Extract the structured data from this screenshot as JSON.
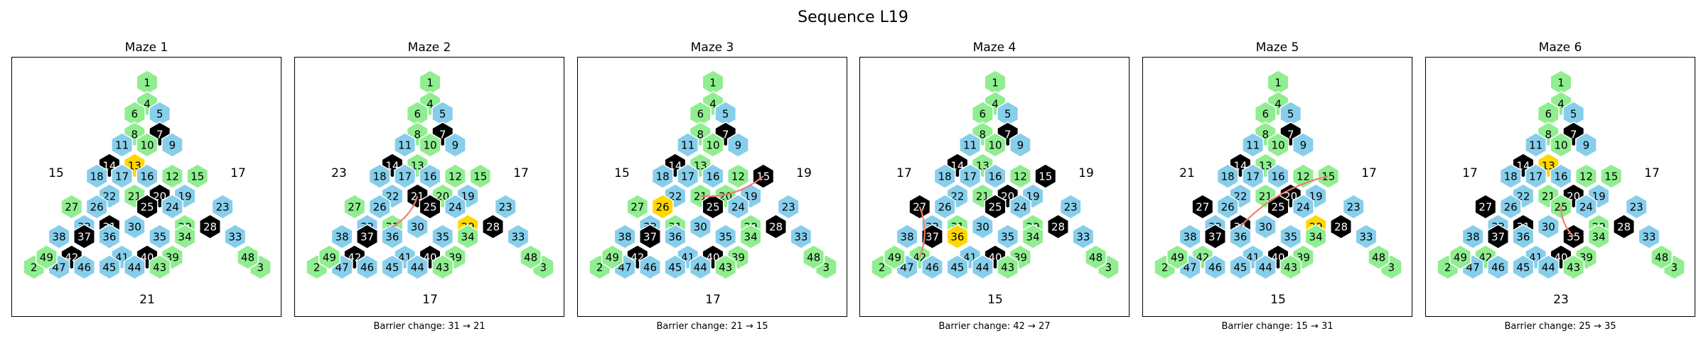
{
  "title": "Sequence L19",
  "colors": {
    "open": "#90EE90",
    "blue": "#87CEEB",
    "barrier": "#000000",
    "highlight": "#FFD700",
    "change_line": "#F08070"
  },
  "hex_numbers": {
    "row0": [
      1
    ],
    "row1": [
      4
    ],
    "row2": [
      6,
      5
    ],
    "row3": [
      8,
      7
    ],
    "row4": [
      11,
      10,
      9
    ],
    "row5": [
      14,
      13
    ],
    "row6": [
      18,
      17,
      16,
      12,
      15
    ],
    "row7": [
      22,
      21,
      20,
      19
    ],
    "row8": [
      27,
      26,
      25,
      24,
      23
    ],
    "row9": [
      32,
      31,
      30,
      29,
      28
    ],
    "row10": [
      38,
      37,
      36,
      35,
      34,
      33
    ],
    "row11": [
      49,
      42,
      41,
      40,
      39,
      48
    ],
    "row12": [
      2,
      47,
      46,
      45,
      44,
      43,
      3
    ]
  },
  "blue_cells": [
    5,
    9,
    11,
    16,
    17,
    18,
    19,
    22,
    23,
    24,
    26,
    30,
    32,
    33,
    35,
    36,
    38,
    41,
    44,
    45,
    46,
    47
  ],
  "panels": [
    {
      "title": "Maze 1",
      "left_label": "15",
      "right_label": "17",
      "bottom_label": "21",
      "caption": "",
      "barriers": [
        7,
        14,
        20,
        25,
        28,
        31,
        37,
        40,
        42
      ],
      "highlight": [
        13
      ],
      "change": []
    },
    {
      "title": "Maze 2",
      "left_label": "23",
      "right_label": "17",
      "bottom_label": "17",
      "caption": "Barrier change: 31 → 21",
      "barriers": [
        7,
        14,
        21,
        25,
        28,
        37,
        40,
        42
      ],
      "highlight": [
        29
      ],
      "change": [
        31,
        21
      ]
    },
    {
      "title": "Maze 3",
      "left_label": "15",
      "right_label": "19",
      "bottom_label": "17",
      "caption": "Barrier change: 21 → 15",
      "barriers": [
        7,
        14,
        15,
        25,
        28,
        37,
        40,
        42
      ],
      "highlight": [
        26
      ],
      "change": [
        21,
        15
      ]
    },
    {
      "title": "Maze 4",
      "left_label": "17",
      "right_label": "19",
      "bottom_label": "15",
      "caption": "Barrier change: 42 → 27",
      "barriers": [
        7,
        14,
        15,
        20,
        25,
        27,
        28,
        37,
        40
      ],
      "highlight": [
        36
      ],
      "change": [
        42,
        27
      ]
    },
    {
      "title": "Maze 5",
      "left_label": "21",
      "right_label": "17",
      "bottom_label": "15",
      "caption": "Barrier change: 15 → 31",
      "barriers": [
        7,
        14,
        20,
        25,
        27,
        28,
        31,
        37,
        40
      ],
      "highlight": [
        29
      ],
      "change": [
        15,
        31
      ]
    },
    {
      "title": "Maze 6",
      "left_label": "17",
      "right_label": "17",
      "bottom_label": "23",
      "caption": "Barrier change: 25 → 35",
      "barriers": [
        7,
        14,
        20,
        27,
        28,
        31,
        35,
        37,
        40
      ],
      "highlight": [
        13
      ],
      "change": [
        25,
        35
      ]
    }
  ]
}
